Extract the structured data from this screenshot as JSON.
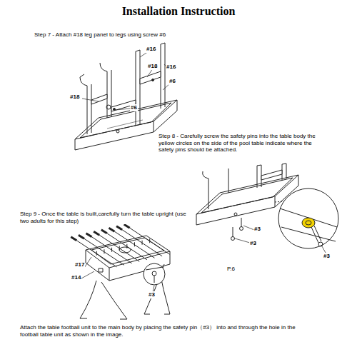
{
  "diagram": {
    "title": "Installation Instruction",
    "labels": [
      "Step 7 - Attach #18 leg panel to legs using screw #6",
      "#16",
      "#18",
      "#16",
      "#6",
      "#18",
      "#6",
      "Step 8 - Carefully screw the safety pins into the table body the yellow circles on the side of the pool table indicate where the safety pins should be attached.",
      "#3",
      "#3",
      "#3",
      "P.6",
      "Step 9 - Once the table is built,carefully turn the table upright (use two adults for this step)",
      "#17",
      "#14",
      "#3",
      "Attach the table football unit to the main body by placing the  safety pin（#3） into and through the hole in the football table unit as shown in the image."
    ]
  }
}
